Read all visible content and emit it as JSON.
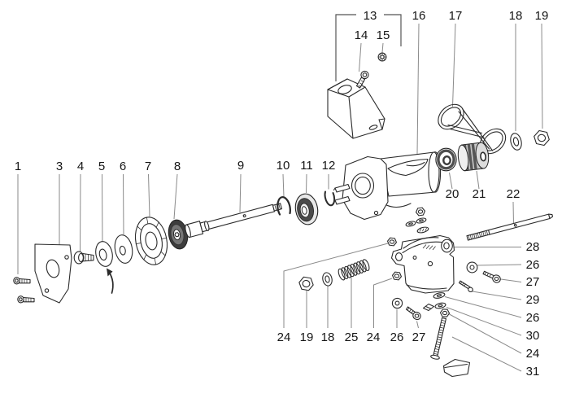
{
  "colors": {
    "background": "#ffffff",
    "outline": "#2a2a2a",
    "leader_line": "#8a8a8a",
    "label_text": "#161616",
    "dark_shade": "#3d3d3d",
    "mid_shade": "#757575"
  },
  "callouts": [
    "1",
    "3",
    "4",
    "5",
    "6",
    "7",
    "8",
    "9",
    "10",
    "11",
    "12",
    "13",
    "14",
    "15",
    "16",
    "17",
    "18",
    "19",
    "20",
    "21",
    "22",
    "24",
    "19",
    "18",
    "25",
    "24",
    "26",
    "27",
    "28",
    "26",
    "27",
    "29",
    "26",
    "30",
    "24",
    "31"
  ]
}
